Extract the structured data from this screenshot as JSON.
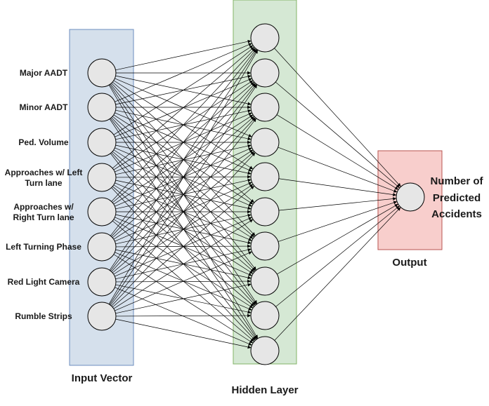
{
  "input_layer": {
    "title": "Input Vector",
    "box_fill": "#d5e0ec",
    "box_stroke": "#6c8ebf",
    "features": [
      [
        "Major AADT"
      ],
      [
        "Minor AADT"
      ],
      [
        "Ped. Volume"
      ],
      [
        "Approaches w/ Left",
        "Turn lane"
      ],
      [
        "Approaches w/",
        "Right Turn lane"
      ],
      [
        "Left Turning Phase"
      ],
      [
        "Red Light Camera"
      ],
      [
        "Rumble Strips"
      ]
    ]
  },
  "hidden_layer": {
    "title": "Hidden Layer",
    "box_fill": "#d5e8d4",
    "box_stroke": "#82b366",
    "node_count": 10
  },
  "output_layer": {
    "title": "Output",
    "box_fill": "#f8cecc",
    "box_stroke": "#b85450",
    "label_lines": [
      "Number of",
      "Predicted",
      "Accidents"
    ]
  },
  "colors": {
    "node_fill": "#e6e6e6",
    "edge": "#000000"
  }
}
